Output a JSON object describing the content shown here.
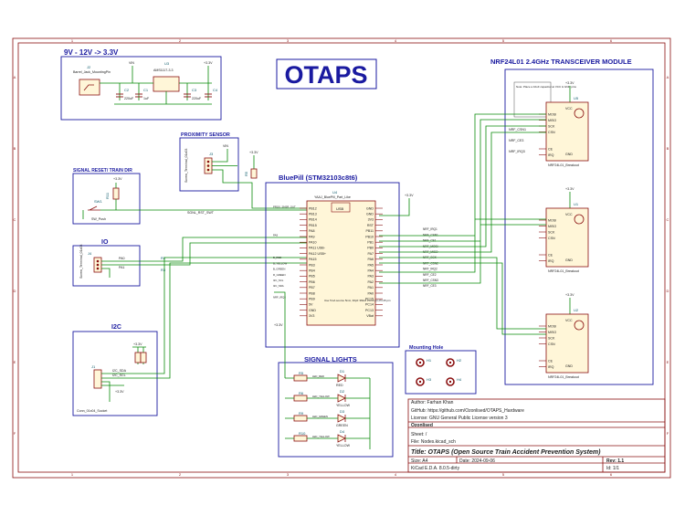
{
  "title_banner": "OTAPS",
  "blocks": {
    "power": "9V - 12V -> 3.3V",
    "proximity": "PROXIMITY SENSOR",
    "signal_reset": "SIGNAL RESET/ TRAIN DIR",
    "io": "IO",
    "i2c": "I2C",
    "bluepill": "BluePill (STM32103c8t6)",
    "signal_lights": "SIGNAL LIGHTS",
    "mounting": "Mounting Hole",
    "nrf": "NRF24L01 2.4GHz TRANSCEIVER MODULE"
  },
  "power_parts": {
    "j2": "J2",
    "j2_value": "Barrel_Jack_MountingPin",
    "u3": "U3",
    "u3_value": "AMS1117-3.3",
    "vin": "VIN",
    "v33": "+3.3V",
    "c_labels": [
      "C2",
      "C1",
      "C3",
      "C4"
    ],
    "c_values": [
      "220uF",
      "1uF",
      "220uF"
    ]
  },
  "prox_parts": {
    "ref": "J3",
    "value": "Screw_Terminal_01x03",
    "vin": "VIN",
    "v33": "+3.3V",
    "r": "R5"
  },
  "reset_parts": {
    "sw": "SW1",
    "sw_value": "SW_Push",
    "r": "R11",
    "v33": "+3.3V",
    "net": "SGNL_RST_SWT"
  },
  "io_parts": {
    "ref": "J4",
    "value": "Screw_Terminal_01x03",
    "r_labels": [
      "R2",
      "R3"
    ],
    "nets": [
      "PA0",
      "PA1"
    ]
  },
  "i2c_parts": {
    "ref": "J1",
    "value": "Conn_01x04_Socket",
    "v33": "+3.3V",
    "nets": [
      "I2C_SDA",
      "I2C_SCL"
    ],
    "r_labels": [
      "R7",
      "R8"
    ]
  },
  "bluepill": {
    "ref": "U4",
    "value": "YAAJ_BluePill_Part_Like",
    "usb": "USB",
    "left_pins": [
      "PB12",
      "PB13",
      "PB14",
      "PB15",
      "PA8",
      "PA9",
      "PA10",
      "PA11 USB-",
      "PA12 USB+",
      "PA15",
      "PB3",
      "PB4",
      "PB5",
      "PB6",
      "PB7",
      "PB8",
      "PB9",
      "5V",
      "GND",
      "3V3"
    ],
    "right_pins": [
      "GND",
      "GND",
      "3V3",
      "RST",
      "PB11",
      "PB10",
      "PB1",
      "PB0",
      "PA7",
      "PA6",
      "PA5",
      "PA4",
      "PA3",
      "PA2",
      "PA1",
      "PA0",
      "PC15",
      "PC14",
      "PC13",
      "VBat"
    ],
    "left_nets": [
      "PROX_SNSR_OUT",
      "",
      "",
      "",
      "",
      "PA9",
      "",
      "",
      "",
      "B_RED",
      "B_YELLOW",
      "B_GREEN",
      "R_GREEN",
      "I2C_SCL",
      "I2C_SDA",
      "",
      "NRF_IRQ3",
      "",
      "",
      ""
    ],
    "right_nets": [
      "",
      "",
      "",
      "",
      "NRF_IRQ1",
      "NRF_CSN1",
      "NRF_CE1",
      "NRF_MOSI",
      "NRF_MISO",
      "NRF_SCK",
      "NRF_CSN2",
      "NRF_IRQ2",
      "NRF_CE2",
      "NRF_CSN3",
      "NRF_CE3",
      "",
      "",
      "",
      "",
      ""
    ],
    "note": "Use 5mA source 5mA, 30pF 3MHz PC14 pin PC15 pin",
    "v5": "+3.3V",
    "v33": "+3.3V"
  },
  "leds": {
    "refs": [
      "D1",
      "D2",
      "D3",
      "D4"
    ],
    "colors": [
      "RED",
      "YELLOW",
      "GREEN",
      "YELLOW"
    ],
    "r_labels": [
      "R5",
      "R6",
      "R9",
      "R10"
    ],
    "nets": [
      "LED_RED",
      "LED_YELLOW",
      "LED_GREEN",
      "LED_YELLOW"
    ]
  },
  "holes": [
    "H1",
    "H2",
    "H3",
    "H4"
  ],
  "nrf": {
    "note": "Note: Place a 10uF capacitor at VCC & GND pins",
    "modules": [
      {
        "ref": "U5",
        "value": "NRF24L01_Breakout"
      },
      {
        "ref": "U1",
        "value": "NRF24L01_Breakout"
      },
      {
        "ref": "U2",
        "value": "NRF24L01_Breakout"
      }
    ],
    "pins": [
      "MOSI",
      "MISO",
      "SCK",
      "CSN",
      "CE",
      "IRQ"
    ],
    "vcc": "VCC",
    "gnd": "GND",
    "v33": "+3.3V",
    "nets_top": [
      "NRF_CSN1",
      "NRF_CE3",
      "NRF_IRQ3"
    ]
  },
  "title_block": {
    "author": "Author: Farhan Khan",
    "github": "GitHub: https://github.com/Ozonlised/OTAPS_Hardware",
    "license": "License: GNU General Public License version 3",
    "company": "Ozonlised",
    "sheet": "Sheet: /",
    "file": "File: Nodes.kicad_sch",
    "title": "Title: OTAPS (Open Source Train Accident Prevention System)",
    "size": "Size: A4",
    "date": "Date: 2024-09-06",
    "kicad": "KiCad E.D.A. 8.0.5-dirty",
    "rev": "Rev: 1.1",
    "id": "Id: 1/1"
  },
  "frame": {
    "cols": [
      "1",
      "2",
      "3",
      "4",
      "5",
      "6"
    ],
    "rows": [
      "A",
      "B",
      "C",
      "D",
      "E",
      "F"
    ]
  }
}
